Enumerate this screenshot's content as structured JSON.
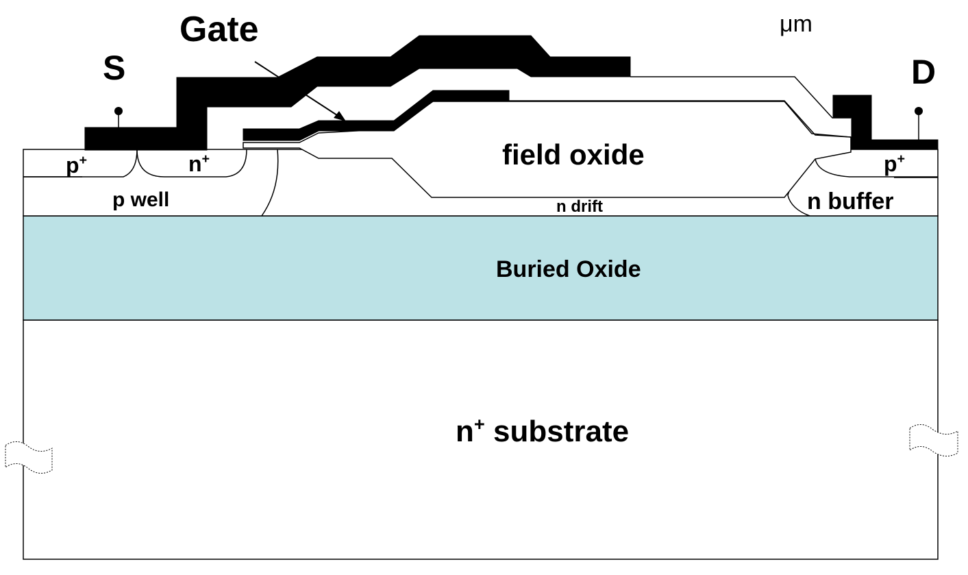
{
  "labels": {
    "gate": "Gate",
    "source": "S",
    "drain": "D",
    "unit": "μm",
    "field_oxide": "field oxide",
    "p_plus_left_base": "p",
    "p_plus_right_base": "p",
    "n_plus_base": "n",
    "plus_sign": "+",
    "p_well": "p well",
    "n_drift": "n drift",
    "n_buffer": "n buffer",
    "buried_oxide": "Buried Oxide",
    "substrate_base": "n",
    "substrate_rest": " substrate"
  },
  "colors": {
    "buried_oxide": "#bce2e6",
    "metal": "#000000",
    "background": "#ffffff"
  }
}
